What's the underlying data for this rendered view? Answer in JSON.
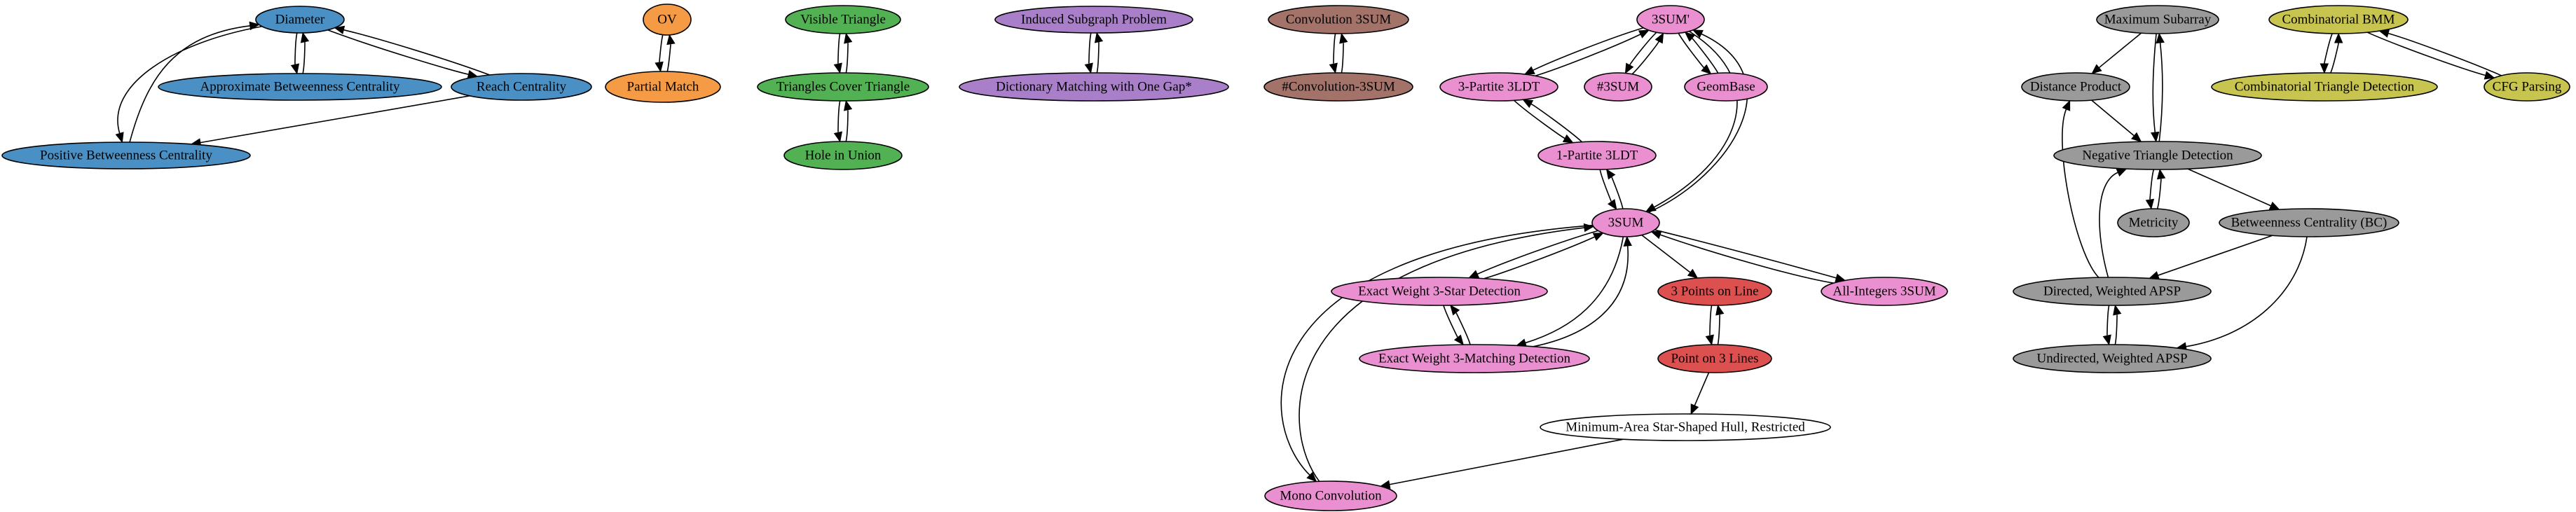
{
  "colors": {
    "blue": "#4a90c4",
    "orange": "#f59a45",
    "green": "#52b152",
    "purple": "#a87fc8",
    "brown": "#a3736a",
    "pink": "#ea90d0",
    "red": "#dc5050",
    "gray": "#9a9a9a",
    "olive": "#c8c450",
    "white": "#ffffff"
  },
  "nodes": {
    "diameter": {
      "label": "Diameter",
      "color": "blue"
    },
    "approx_bc": {
      "label": "Approximate Betweenness Centrality",
      "color": "blue"
    },
    "reach_centrality": {
      "label": "Reach Centrality",
      "color": "blue"
    },
    "positive_bc": {
      "label": "Positive Betweenness Centrality",
      "color": "blue"
    },
    "ov": {
      "label": "OV",
      "color": "orange"
    },
    "partial_match": {
      "label": "Partial Match",
      "color": "orange"
    },
    "visible_triangle": {
      "label": "Visible Triangle",
      "color": "green"
    },
    "triangles_cover": {
      "label": "Triangles Cover Triangle",
      "color": "green"
    },
    "hole_in_union": {
      "label": "Hole in Union",
      "color": "green"
    },
    "induced_subgraph": {
      "label": "Induced Subgraph Problem",
      "color": "purple"
    },
    "dict_matching": {
      "label": "Dictionary Matching with One Gap*",
      "color": "purple"
    },
    "conv3sum": {
      "label": "Convolution 3SUM",
      "color": "brown"
    },
    "sharp_conv3sum": {
      "label": "#Convolution-3SUM",
      "color": "brown"
    },
    "threesum_prime": {
      "label": "3SUM'",
      "color": "pink"
    },
    "threepartite_3ldt": {
      "label": "3-Partite 3LDT",
      "color": "pink"
    },
    "sharp3sum": {
      "label": "#3SUM",
      "color": "pink"
    },
    "geombase": {
      "label": "GeomBase",
      "color": "pink"
    },
    "onepartite_3ldt": {
      "label": "1-Partite 3LDT",
      "color": "pink"
    },
    "threesum": {
      "label": "3SUM",
      "color": "pink"
    },
    "exact_star": {
      "label": "Exact Weight 3-Star Detection",
      "color": "pink"
    },
    "exact_matching": {
      "label": "Exact Weight 3-Matching Detection",
      "color": "pink"
    },
    "three_points": {
      "label": "3 Points on Line",
      "color": "red"
    },
    "point_3lines": {
      "label": "Point on 3 Lines",
      "color": "red"
    },
    "all_integers": {
      "label": "All-Integers 3SUM",
      "color": "pink"
    },
    "min_area_hull": {
      "label": "Minimum-Area Star-Shaped Hull, Restricted",
      "color": "white"
    },
    "mono_conv": {
      "label": "Mono Convolution",
      "color": "pink"
    },
    "max_subarray": {
      "label": "Maximum Subarray",
      "color": "gray"
    },
    "distance_product": {
      "label": "Distance Product",
      "color": "gray"
    },
    "neg_triangle": {
      "label": "Negative Triangle Detection",
      "color": "gray"
    },
    "metricity": {
      "label": "Metricity",
      "color": "gray"
    },
    "bc": {
      "label": "Betweenness Centrality (BC)",
      "color": "gray"
    },
    "directed_apsp": {
      "label": "Directed, Weighted APSP",
      "color": "gray"
    },
    "undirected_apsp": {
      "label": "Undirected, Weighted APSP",
      "color": "gray"
    },
    "comb_bmm": {
      "label": "Combinatorial BMM",
      "color": "olive"
    },
    "comb_triangle": {
      "label": "Combinatorial Triangle Detection",
      "color": "olive"
    },
    "cfg_parsing": {
      "label": "CFG Parsing",
      "color": "olive"
    }
  },
  "edges": [
    [
      "diameter",
      "approx_bc"
    ],
    [
      "approx_bc",
      "diameter"
    ],
    [
      "diameter",
      "reach_centrality"
    ],
    [
      "reach_centrality",
      "diameter"
    ],
    [
      "diameter",
      "positive_bc"
    ],
    [
      "positive_bc",
      "diameter"
    ],
    [
      "reach_centrality",
      "positive_bc"
    ],
    [
      "ov",
      "partial_match"
    ],
    [
      "partial_match",
      "ov"
    ],
    [
      "visible_triangle",
      "triangles_cover"
    ],
    [
      "triangles_cover",
      "visible_triangle"
    ],
    [
      "triangles_cover",
      "hole_in_union"
    ],
    [
      "hole_in_union",
      "triangles_cover"
    ],
    [
      "induced_subgraph",
      "dict_matching"
    ],
    [
      "dict_matching",
      "induced_subgraph"
    ],
    [
      "conv3sum",
      "sharp_conv3sum"
    ],
    [
      "sharp_conv3sum",
      "conv3sum"
    ],
    [
      "threesum_prime",
      "threepartite_3ldt"
    ],
    [
      "threepartite_3ldt",
      "threesum_prime"
    ],
    [
      "threesum_prime",
      "sharp3sum"
    ],
    [
      "sharp3sum",
      "threesum_prime"
    ],
    [
      "threesum_prime",
      "geombase"
    ],
    [
      "geombase",
      "threesum_prime"
    ],
    [
      "threesum_prime",
      "threesum"
    ],
    [
      "threesum",
      "threesum_prime"
    ],
    [
      "threepartite_3ldt",
      "onepartite_3ldt"
    ],
    [
      "onepartite_3ldt",
      "threepartite_3ldt"
    ],
    [
      "onepartite_3ldt",
      "threesum"
    ],
    [
      "threesum",
      "onepartite_3ldt"
    ],
    [
      "threesum",
      "exact_star"
    ],
    [
      "exact_star",
      "threesum"
    ],
    [
      "threesum",
      "exact_matching"
    ],
    [
      "exact_matching",
      "threesum"
    ],
    [
      "exact_star",
      "exact_matching"
    ],
    [
      "exact_matching",
      "exact_star"
    ],
    [
      "threesum",
      "three_points"
    ],
    [
      "three_points",
      "point_3lines"
    ],
    [
      "point_3lines",
      "three_points"
    ],
    [
      "threesum",
      "all_integers"
    ],
    [
      "all_integers",
      "threesum"
    ],
    [
      "point_3lines",
      "min_area_hull"
    ],
    [
      "min_area_hull",
      "mono_conv"
    ],
    [
      "threesum",
      "mono_conv"
    ],
    [
      "mono_conv",
      "threesum"
    ],
    [
      "max_subarray",
      "distance_product"
    ],
    [
      "max_subarray",
      "neg_triangle"
    ],
    [
      "neg_triangle",
      "max_subarray"
    ],
    [
      "distance_product",
      "neg_triangle"
    ],
    [
      "neg_triangle",
      "metricity"
    ],
    [
      "metricity",
      "neg_triangle"
    ],
    [
      "neg_triangle",
      "bc"
    ],
    [
      "bc",
      "directed_apsp"
    ],
    [
      "bc",
      "undirected_apsp"
    ],
    [
      "directed_apsp",
      "neg_triangle"
    ],
    [
      "directed_apsp",
      "distance_product"
    ],
    [
      "directed_apsp",
      "undirected_apsp"
    ],
    [
      "undirected_apsp",
      "directed_apsp"
    ],
    [
      "comb_bmm",
      "comb_triangle"
    ],
    [
      "comb_triangle",
      "comb_bmm"
    ],
    [
      "comb_bmm",
      "cfg_parsing"
    ],
    [
      "cfg_parsing",
      "comb_bmm"
    ]
  ]
}
